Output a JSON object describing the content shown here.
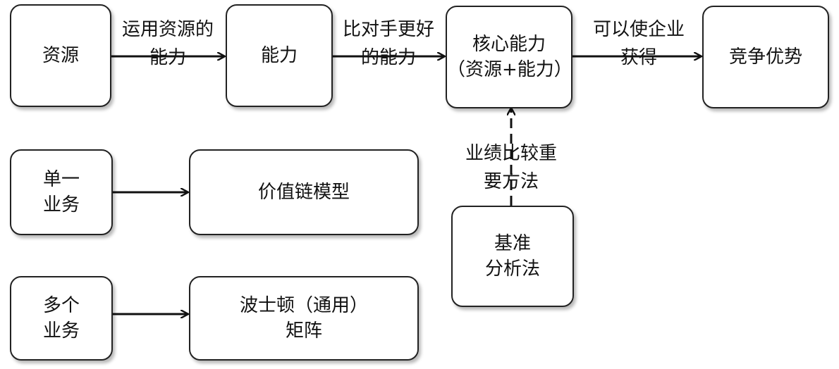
{
  "top_row": {
    "resources": "资源",
    "capability": "能力",
    "core_line1": "核心能力",
    "core_line2": "（资源+能力）",
    "advantage": "竞争优势"
  },
  "top_labels": {
    "use_line1": "运用资源的",
    "use_line2": "能力",
    "better_line1": "比对手更好",
    "better_line2": "的能力",
    "enable_line1": "可以使企业",
    "enable_line2": "获得"
  },
  "benchmark": {
    "label_line1": "业绩比较重",
    "label_line2": "要方法",
    "box_line1": "基准",
    "box_line2": "分析法"
  },
  "single": {
    "box_line1": "单一",
    "box_line2": "业务",
    "target": "价值链模型"
  },
  "multi": {
    "box_line1": "多个",
    "box_line2": "业务",
    "target_line1": "波士顿（通用）",
    "target_line2": "矩阵"
  }
}
